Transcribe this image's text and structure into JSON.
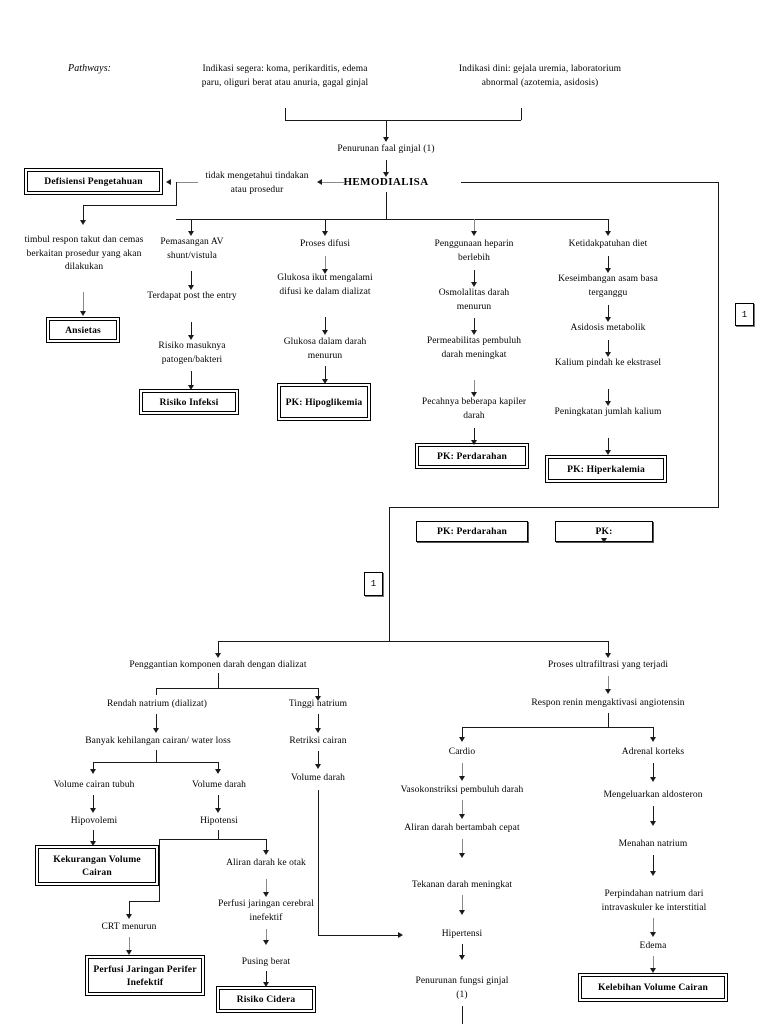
{
  "document": {
    "title": "Pathways Hemodialisa",
    "label": "Pathways:"
  },
  "colors": {
    "line": "#1a1a1a",
    "line_light": "#8a8a8a",
    "box_border": "#000000",
    "background": "#ffffff",
    "text": "#000000"
  },
  "markers": {
    "right": "1",
    "middle": "1"
  },
  "nodes": {
    "indikasi_segera": "Indikasi segera: koma, perikarditis, edema paru, oliguri berat atau anuria, gagal ginjal",
    "indikasi_dini": "Indikasi dini: gejala uremia, laboratorium abnormal (azotemia, asidosis)",
    "penurunan_faal_ginjal": "Penurunan faal ginjal (1)",
    "hemodialisa": "HEMODIALISA",
    "tidak_mengetahui": "tidak mengetahui tindakan atau prosedur",
    "timbul_respon": "timbul respon takut dan cemas berkaitan prosedur yang akan dilakukan",
    "pemasangan_av": "Pemasangan AV shunt/vistula",
    "terdapat_post": "Terdapat post the entry",
    "risiko_masuknya": "Risiko masuknya patogen/bakteri",
    "proses_difusi": "Proses difusi",
    "glukosa_ikut": "Glukosa ikut mengalami difusi ke dalam dializat",
    "glukosa_dalam": "Glukosa dalam darah menurun",
    "penggunaan_heparin": "Penggunaan heparin berlebih",
    "osmolalitas": "Osmolalitas darah menurun",
    "permeabilitas": "Permeabilitas pembuluh darah meningkat",
    "pecahnya": "Pecahnya beberapa kapiler darah",
    "ketidakpatuhan": "Ketidakpatuhan diet",
    "keseimbangan": "Keseimbangan asam basa terganggu",
    "asidosis": "Asidosis metabolik",
    "kalium_pindah": "Kalium pindah ke ekstrasel",
    "peningkatan_kalium": "Peningkatan jumlah kalium",
    "penggantian_komponen": "Penggantian komponen darah dengan dializat",
    "rendah_natrium": "Rendah natrium (dializat)",
    "banyak_kehilangan": "Banyak kehilangan cairan/ water loss",
    "volume_cairan_tubuh": "Volume cairan tubuh",
    "hipovolemi": "Hipovolemi",
    "volume_darah_kiri": "Volume darah",
    "hipotensi": "Hipotensi",
    "crt_menurun": "CRT menurun",
    "tinggi_natrium": "Tinggi natrium",
    "retriksi_cairan": "Retriksi cairan",
    "volume_darah_tengah": "Volume darah",
    "aliran_darah_otak": "Aliran darah ke otak",
    "perfusi_cerebral": "Perfusi jaringan cerebral inefektif",
    "pusing_berat": "Pusing berat",
    "proses_ultrafiltrasi": "Proses ultrafiltrasi yang terjadi",
    "respon_renin": "Respon renin mengaktivasi angiotensin",
    "cardio": "Cardio",
    "vasokonstriksi": "Vasokonstriksi pembuluh darah",
    "aliran_darah_cepat": "Aliran darah bertambah cepat",
    "tekanan_darah": "Tekanan darah meningkat",
    "hipertensi": "Hipertensi",
    "penurunan_fungsi_ginjal": "Penurunan fungsi ginjal (1)",
    "adrenal_korteks": "Adrenal korteks",
    "mengeluarkan_aldosteron": "Mengeluarkan aldosteron",
    "menahan_natrium": "Menahan natrium",
    "perpindahan_natrium": "Perpindahan natrium dari intravaskuler ke interstitial",
    "edema": "Edema"
  },
  "diagnosis_boxes": {
    "defisiensi_pengetahuan": "Defisiensi Pengetahuan",
    "ansietas": "Ansietas",
    "risiko_infeksi": "Risiko Infeksi",
    "pk_hipoglikemia": "PK: Hipoglikemia",
    "pk_perdarahan_atas": "PK: Perdarahan",
    "pk_hiperkalemia": "PK: Hiperkalemia",
    "pk_perdarahan_tengah": "PK: Perdarahan",
    "pk_kosong": "PK:",
    "kekurangan_volume_cairan": "Kekurangan Volume Cairan",
    "perfusi_jaringan_perifer": "Perfusi Jaringan Perifer Inefektif",
    "risiko_cidera": "Risiko Cidera",
    "kelebihan_volume_cairan": "Kelebihan Volume Cairan"
  }
}
